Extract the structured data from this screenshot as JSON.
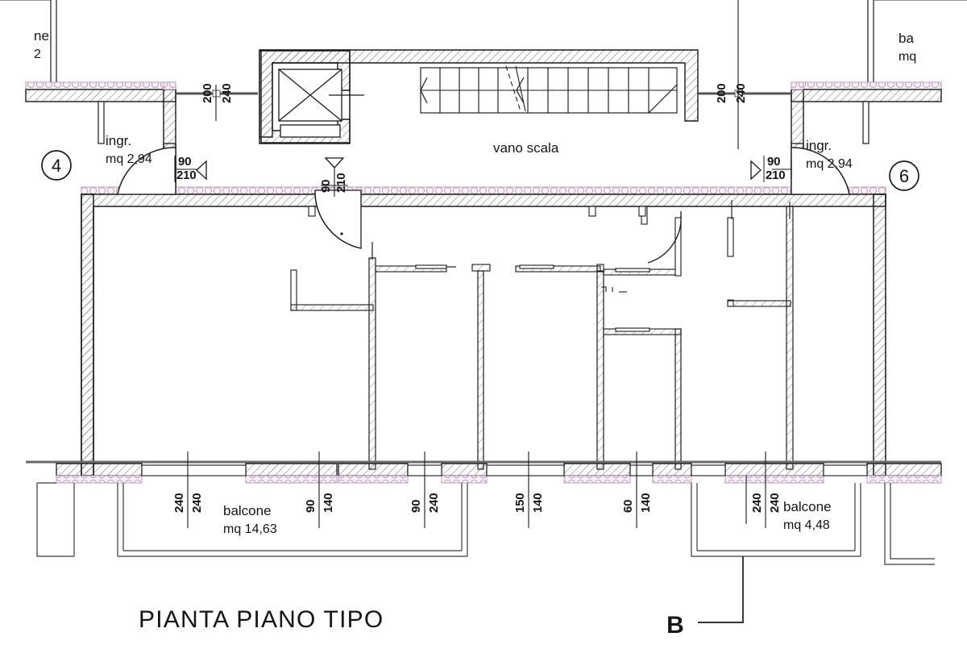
{
  "drawing": {
    "title": "PIANTA PIANO TIPO",
    "section_marker": "B",
    "type": "architectural-floor-plan",
    "units_note": "cm"
  },
  "grid_markers": [
    {
      "id": "axis-4",
      "label": "4"
    },
    {
      "id": "axis-6",
      "label": "6"
    }
  ],
  "rooms": [
    {
      "id": "ingresso-left",
      "label": "ingr.",
      "area": "mq 2,94"
    },
    {
      "id": "ingresso-right",
      "label": "ingr.",
      "area": "mq 2,94"
    },
    {
      "id": "vano-scala",
      "label": "vano scala",
      "area": ""
    },
    {
      "id": "balcone-left",
      "label": "balcone",
      "area": "mq 14,63"
    },
    {
      "id": "balcone-right",
      "label": "balcone",
      "area": "mq 4,48"
    }
  ],
  "clipped_labels": {
    "top_left_line1": "ne",
    "top_left_line2": "2",
    "top_right_line1": "ba",
    "top_right_line2": "mq"
  },
  "openings": [
    {
      "id": "win-top-left",
      "width": "200",
      "height": "240",
      "kind": "window"
    },
    {
      "id": "win-top-right",
      "width": "200",
      "height": "240",
      "kind": "window"
    },
    {
      "id": "door-ingr-left",
      "width": "90",
      "height": "210",
      "kind": "door"
    },
    {
      "id": "door-ingr-right",
      "width": "90",
      "height": "210",
      "kind": "door"
    },
    {
      "id": "door-corridor",
      "width": "90",
      "height": "210",
      "kind": "door"
    },
    {
      "id": "win-b1",
      "width": "240",
      "height": "240",
      "kind": "window"
    },
    {
      "id": "win-b2",
      "width": "90",
      "height": "140",
      "kind": "window"
    },
    {
      "id": "win-b3",
      "width": "90",
      "height": "240",
      "kind": "window"
    },
    {
      "id": "win-b4",
      "width": "150",
      "height": "140",
      "kind": "window"
    },
    {
      "id": "win-b5",
      "width": "60",
      "height": "140",
      "kind": "window"
    },
    {
      "id": "win-b6",
      "width": "240",
      "height": "240",
      "kind": "window"
    }
  ],
  "colors": {
    "line": "#1a1a1a",
    "wall_hatch": "#555555",
    "insulation": "#c9a4c4",
    "insulation_fill": "#f6eef6",
    "thin_line": "#444444",
    "background": "#ffffff"
  }
}
